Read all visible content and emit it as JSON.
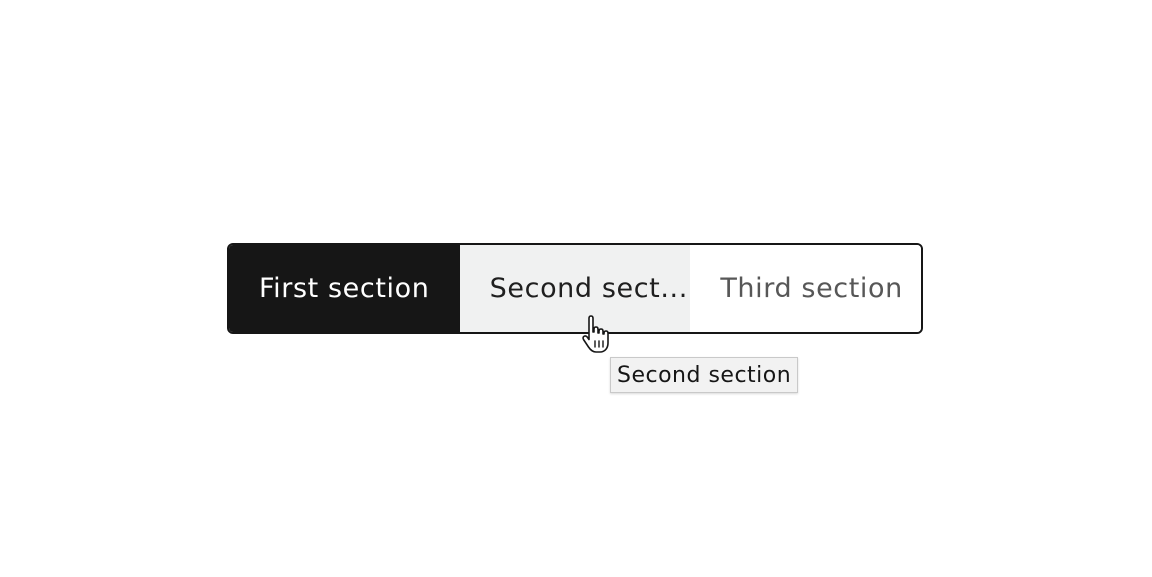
{
  "segmented_control": {
    "segments": [
      {
        "label": "First section",
        "state": "selected"
      },
      {
        "label": "Second sect...",
        "state": "hover"
      },
      {
        "label": "Third section",
        "state": "default"
      }
    ]
  },
  "tooltip": {
    "text": "Second section"
  },
  "cursor": {
    "icon": "hand-pointer-icon"
  },
  "colors": {
    "selected_bg": "#161616",
    "hover_bg": "#f0f1f1",
    "border": "#161616"
  }
}
